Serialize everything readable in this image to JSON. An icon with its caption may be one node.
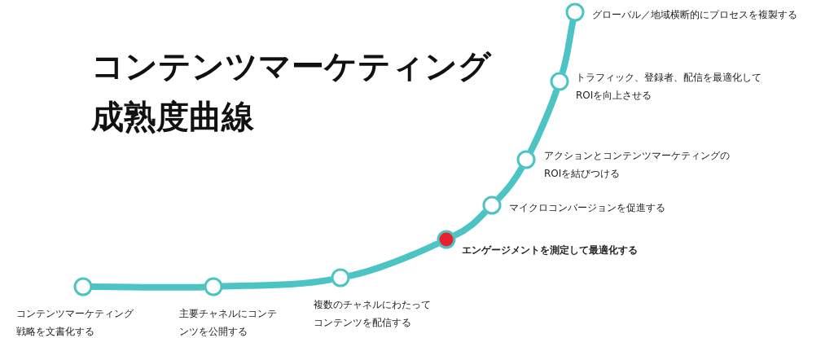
{
  "diagram": {
    "title": "コンテンツマーケティング成熟度曲線",
    "nodes": [
      {
        "text": [],
        "shape": "circle",
        "beside": [
          "コンテンツマーケティング戦略を文書化する"
        ]
      },
      {
        "text": [],
        "shape": "circle",
        "beside": [
          "主要チャネルにコンテンツを公開する"
        ]
      },
      {
        "text": [],
        "shape": "circle",
        "beside": [
          "複数のチャネルにわたってコンテンツを配信する"
        ]
      },
      {
        "text": [],
        "shape": "circle",
        "beside": [
          "エンゲージメントを測定して最適化する"
        ]
      },
      {
        "text": [],
        "shape": "circle",
        "beside": [
          "マイクロコンバージョンを促進する"
        ]
      },
      {
        "text": [],
        "shape": "circle",
        "beside": [
          "アクションとコンテンツマーケティングのROIを結びつける"
        ]
      },
      {
        "text": [],
        "shape": "circle",
        "beside": [
          "トラフィック、登録者、配信を最適化してROIを向上させる"
        ]
      },
      {
        "text": [],
        "shape": "circle",
        "beside": [
          "グローバル／地域横断的にプロセスを複製する"
        ]
      }
    ],
    "edges": [
      {
        "from": 0,
        "to": 1,
        "arrow": "none"
      },
      {
        "from": 1,
        "to": 2,
        "arrow": "none"
      },
      {
        "from": 2,
        "to": 3,
        "arrow": "none"
      },
      {
        "from": 3,
        "to": 4,
        "arrow": "none"
      },
      {
        "from": 4,
        "to": 5,
        "arrow": "none"
      },
      {
        "from": 5,
        "to": 6,
        "arrow": "none"
      },
      {
        "from": 6,
        "to": 7,
        "arrow": "none"
      }
    ]
  }
}
